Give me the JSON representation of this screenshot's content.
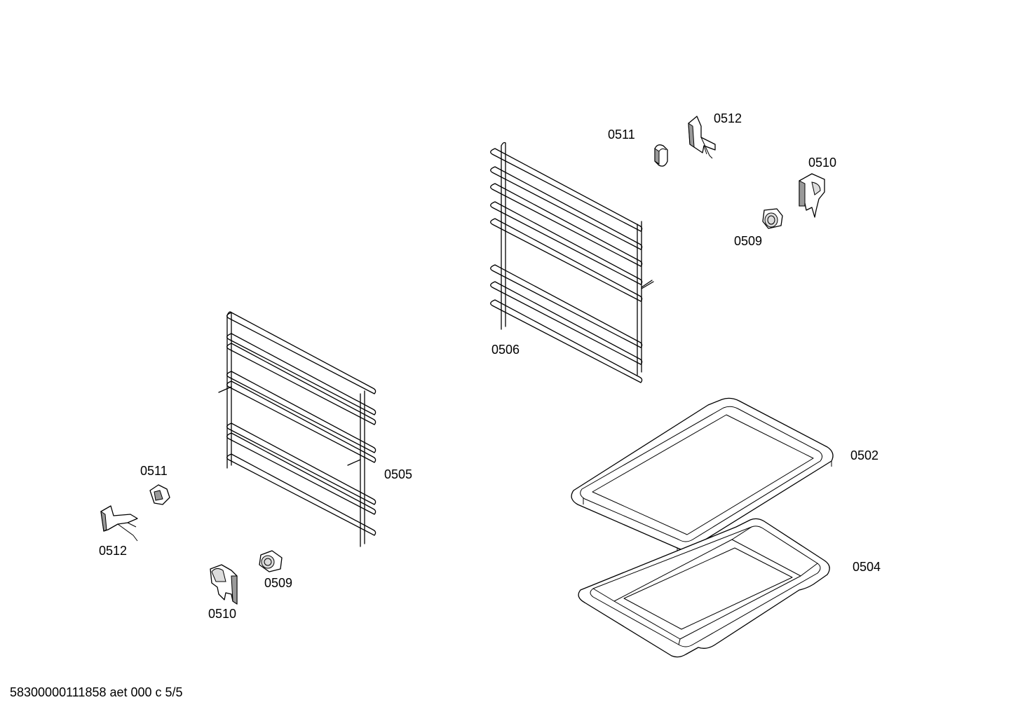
{
  "diagram": {
    "labels": {
      "p0511_top": "0511",
      "p0512_top": "0512",
      "p0510_top": "0510",
      "p0509_top": "0509",
      "p0506": "0506",
      "p0502": "0502",
      "p0504": "0504",
      "p0505": "0505",
      "p0511_bottom": "0511",
      "p0512_bottom": "0512",
      "p0509_bottom": "0509",
      "p0510_bottom": "0510"
    }
  },
  "footer": {
    "text": "58300000111858 aet 000 c 5/5"
  },
  "colors": {
    "line": "#000000",
    "background": "#ffffff",
    "shade": "#9a9a9a"
  }
}
